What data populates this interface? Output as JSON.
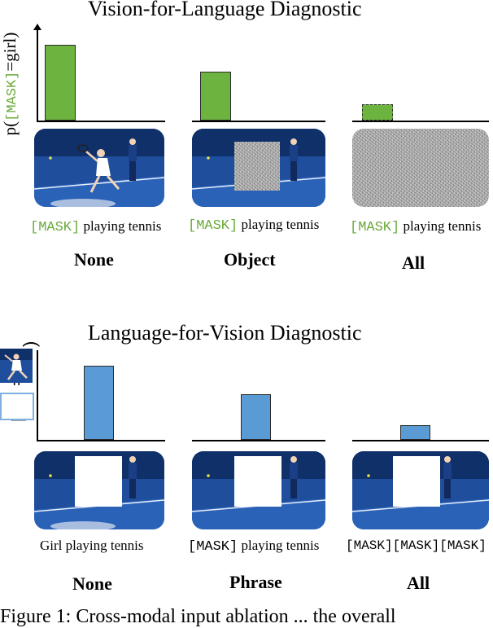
{
  "top": {
    "title": "Vision-for-Language Diagnostic",
    "ylabel_prefix": "p(",
    "ylabel_mask": "[MASK]",
    "ylabel_suffix": "=girl)",
    "bar_color": "#6db33f",
    "panels": [
      {
        "caption_mask": "[MASK]",
        "caption_rest": " playing tennis",
        "label": "None"
      },
      {
        "caption_mask": "[MASK]",
        "caption_rest": " playing tennis",
        "label": "Object"
      },
      {
        "caption_mask": "[MASK]",
        "caption_rest": " playing tennis",
        "label": "All"
      }
    ]
  },
  "bottom": {
    "title": "Language-for-Vision Diagnostic",
    "ylabel_prefix": "p(",
    "ylabel_eq": "=",
    "ylabel_suffix": ")",
    "bar_color": "#5b9bd5",
    "panels": [
      {
        "caption": "Girl playing tennis",
        "label": "None"
      },
      {
        "caption": "[MASK] playing tennis",
        "label": "Phrase"
      },
      {
        "caption": "[MASK][MASK][MASK]",
        "label": "All"
      }
    ]
  },
  "chart_data": [
    {
      "type": "bar",
      "title": "Vision-for-Language Diagnostic",
      "ylabel": "p([MASK]=girl)",
      "categories": [
        "None",
        "Object",
        "All"
      ],
      "values": [
        0.93,
        0.6,
        0.2
      ],
      "ylim": [
        0,
        1
      ]
    },
    {
      "type": "bar",
      "title": "Language-for-Vision Diagnostic",
      "ylabel": "p( = )",
      "categories": [
        "None",
        "Phrase",
        "All"
      ],
      "values": [
        0.91,
        0.56,
        0.18
      ],
      "ylim": [
        0,
        1
      ]
    }
  ],
  "figure_caption": "Figure 1: Cross-modal input ablation ... the overall"
}
